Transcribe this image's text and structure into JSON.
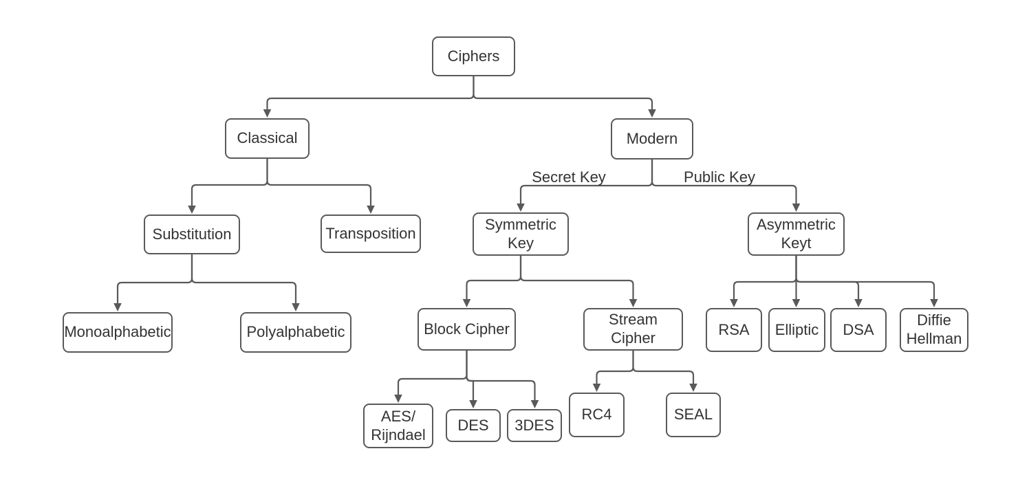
{
  "diagram": {
    "type": "tree",
    "background": "#ffffff",
    "colors": {
      "node_border": "#595959",
      "connector": "#595959",
      "text": "#333333",
      "node_fill": "#ffffff"
    },
    "nodes": {
      "ciphers": {
        "label": "Ciphers"
      },
      "classical": {
        "label": "Classical"
      },
      "modern": {
        "label": "Modern"
      },
      "substitution": {
        "label": "Substitution"
      },
      "transposition": {
        "label": "Transposition"
      },
      "symmetric_key": {
        "label": "Symmetric\nKey"
      },
      "asymmetric_key": {
        "label": "Asymmetric\nKeyt"
      },
      "monoalphabetic": {
        "label": "Monoalphabetic"
      },
      "polyalphabetic": {
        "label": "Polyalphabetic"
      },
      "block_cipher": {
        "label": "Block Cipher"
      },
      "stream_cipher": {
        "label": "Stream\nCipher"
      },
      "rsa": {
        "label": "RSA"
      },
      "elliptic": {
        "label": "Elliptic"
      },
      "dsa": {
        "label": "DSA"
      },
      "diffie_hellman": {
        "label": "Diffie\nHellman"
      },
      "aes_rijndael": {
        "label": "AES/\nRijndael"
      },
      "des": {
        "label": "DES"
      },
      "triple_des": {
        "label": "3DES"
      },
      "rc4": {
        "label": "RC4"
      },
      "seal": {
        "label": "SEAL"
      }
    },
    "edge_labels": {
      "secret_key": "Secret Key",
      "public_key": "Public Key"
    },
    "edges": [
      {
        "from": "Ciphers",
        "to": "Classical"
      },
      {
        "from": "Ciphers",
        "to": "Modern"
      },
      {
        "from": "Classical",
        "to": "Substitution"
      },
      {
        "from": "Classical",
        "to": "Transposition"
      },
      {
        "from": "Substitution",
        "to": "Monoalphabetic"
      },
      {
        "from": "Substitution",
        "to": "Polyalphabetic"
      },
      {
        "from": "Modern",
        "to": "Symmetric Key",
        "label": "Secret Key"
      },
      {
        "from": "Modern",
        "to": "Asymmetric Keyt",
        "label": "Public Key"
      },
      {
        "from": "Symmetric Key",
        "to": "Block Cipher"
      },
      {
        "from": "Symmetric Key",
        "to": "Stream Cipher"
      },
      {
        "from": "Block Cipher",
        "to": "AES/ Rijndael"
      },
      {
        "from": "Block Cipher",
        "to": "DES"
      },
      {
        "from": "Block Cipher",
        "to": "3DES"
      },
      {
        "from": "Stream Cipher",
        "to": "RC4"
      },
      {
        "from": "Stream Cipher",
        "to": "SEAL"
      },
      {
        "from": "Asymmetric Keyt",
        "to": "RSA"
      },
      {
        "from": "Asymmetric Keyt",
        "to": "Elliptic"
      },
      {
        "from": "Asymmetric Keyt",
        "to": "DSA"
      },
      {
        "from": "Asymmetric Keyt",
        "to": "Diffie Hellman"
      }
    ]
  }
}
